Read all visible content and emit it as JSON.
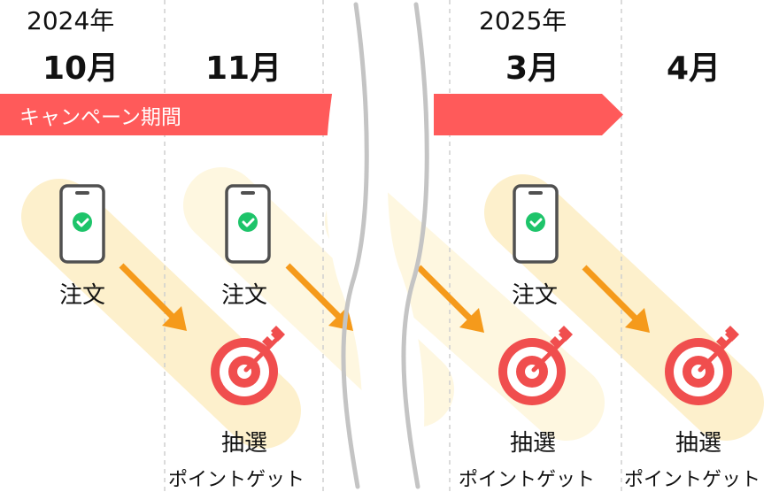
{
  "timeline": {
    "columns": [
      {
        "year": "2024年",
        "month": "10月"
      },
      {
        "year": "",
        "month": "11月"
      },
      {
        "year": "2025年",
        "month": "3月"
      },
      {
        "year": "",
        "month": "4月"
      }
    ]
  },
  "banner": {
    "label": "キャンペーン期間",
    "color": "#ff5a5a"
  },
  "steps": {
    "order_label": "注文",
    "lottery_label": "抽選",
    "points_label": "ポイントゲット"
  },
  "icons": {
    "phone": "smartphone-check-icon",
    "target": "target-arrow-icon",
    "arrow": "down-right-arrow-icon",
    "break": "timeline-break-icon"
  },
  "colors": {
    "highlight": "#fdf0cc",
    "highlight_light": "#fef7e0",
    "arrow": "#f59a1b",
    "target": "#f04e4e",
    "check": "#1ec46a",
    "divider": "#cfcfcf",
    "break_line": "#c4c4c4"
  }
}
